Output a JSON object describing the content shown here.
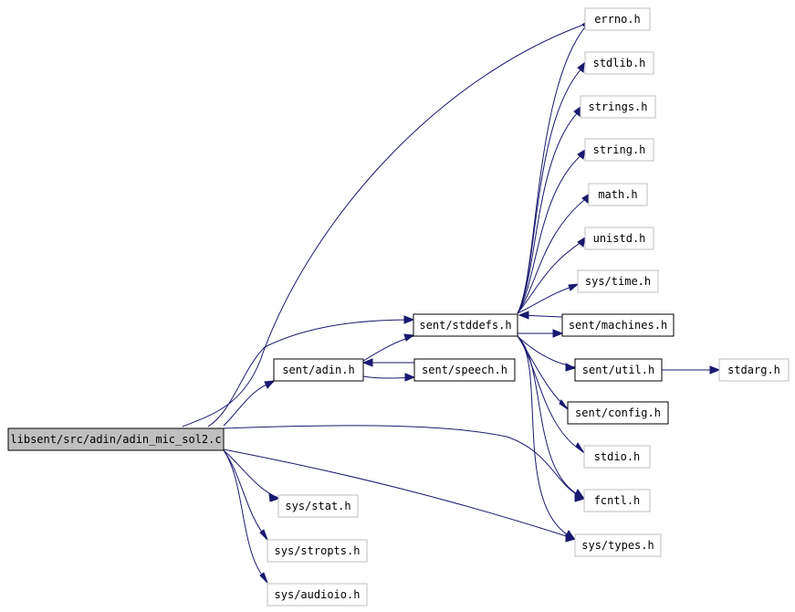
{
  "colors": {
    "edge": "#191970",
    "root_fill": "#bfbfbf",
    "external_border": "#bfbfbf",
    "internal_border": "#000000"
  },
  "nodes": {
    "root": "libsent/src/adin/adin_mic_sol2.c",
    "errno": "errno.h",
    "stdlib": "stdlib.h",
    "strings": "strings.h",
    "string": "string.h",
    "math": "math.h",
    "unistd": "unistd.h",
    "systime": "sys/time.h",
    "stddefs": "sent/stddefs.h",
    "machines": "sent/machines.h",
    "adin": "sent/adin.h",
    "speech": "sent/speech.h",
    "util": "sent/util.h",
    "stdarg": "stdarg.h",
    "config": "sent/config.h",
    "stdio": "stdio.h",
    "fcntl": "fcntl.h",
    "sysstat": "sys/stat.h",
    "systypes": "sys/types.h",
    "sysstropts": "sys/stropts.h",
    "sysaudioio": "sys/audioio.h"
  }
}
